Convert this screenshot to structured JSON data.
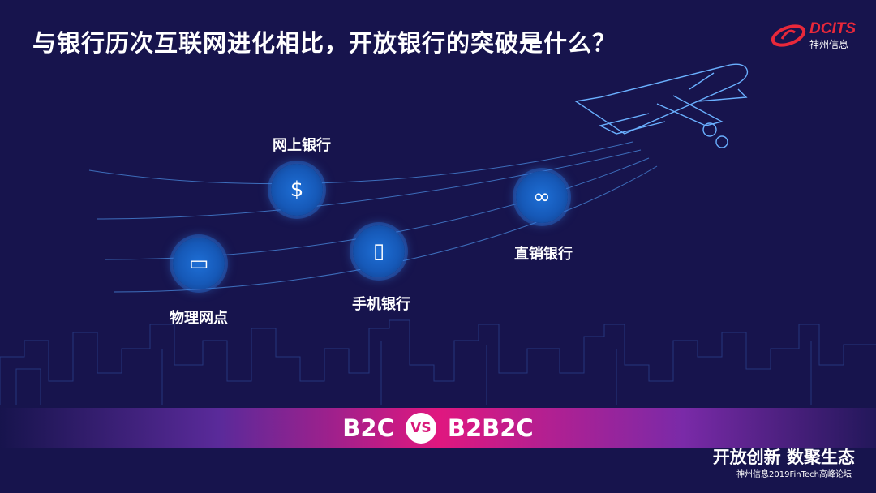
{
  "title": "与银行历次互联网进化相比，开放银行的突破是什么？",
  "logo": {
    "name": "DCITS",
    "sub": "神州信息"
  },
  "nodes": [
    {
      "label": "网上银行",
      "icon": "coins-icon",
      "glyph": "$"
    },
    {
      "label": "物理网点",
      "icon": "card-icon",
      "glyph": "▭"
    },
    {
      "label": "手机银行",
      "icon": "phone-icon",
      "glyph": "▯"
    },
    {
      "label": "直销银行",
      "icon": "currency-exchange-icon",
      "glyph": "∞"
    }
  ],
  "banner": {
    "left": "B2C",
    "vs": "VS",
    "right": "B2B2C"
  },
  "footer": {
    "slogan": "开放创新 数聚生态",
    "event": "神州信息2019FinTech高峰论坛"
  },
  "colors": {
    "background": "#17144d",
    "accent": "#e0177f",
    "node": "#1e6fd6"
  }
}
